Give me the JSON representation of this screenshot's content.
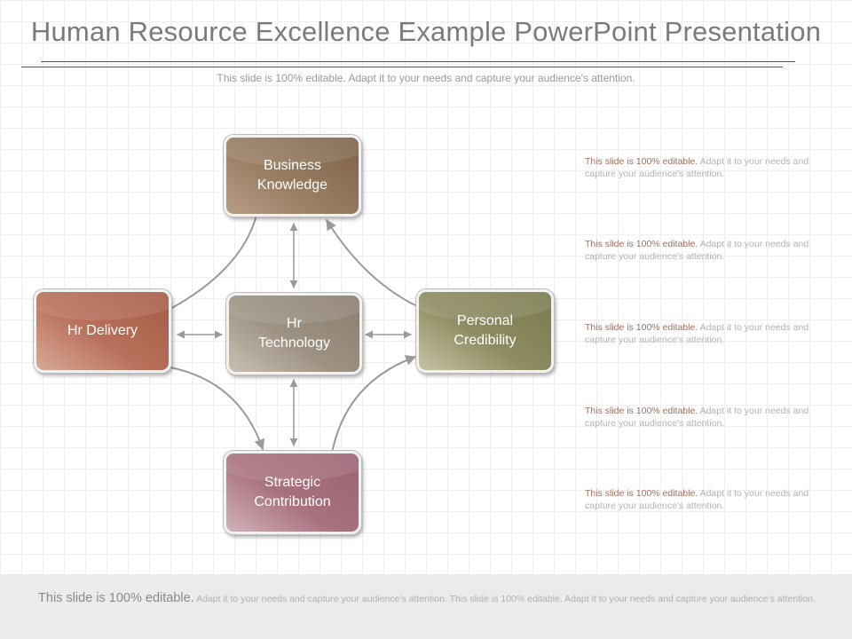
{
  "header": {
    "title": "Human Resource Excellence Example PowerPoint Presentation",
    "subtitle": "This slide is 100% editable. Adapt it to your needs and capture your audience's attention."
  },
  "diagram": {
    "nodes": {
      "business_knowledge": "Business\nKnowledge",
      "hr_delivery": "Hr Delivery",
      "hr_technology": "Hr\nTechnology",
      "personal_credibility": "Personal\nCredibility",
      "strategic_contribution": "Strategic\nContribution"
    },
    "colors": {
      "business_knowledge": "#8c7156",
      "hr_delivery": "#ad654f",
      "hr_technology": "#938877",
      "personal_credibility": "#838358",
      "strategic_contribution": "#a36a78",
      "connector": "#9a9a9a"
    }
  },
  "notes": [
    {
      "highlight": "This slide is 100% editable.",
      "text": " Adapt it to your needs and capture your audience's attention."
    },
    {
      "highlight": "This slide is 100% editable.",
      "text": " Adapt it to your needs and capture your audience's attention."
    },
    {
      "highlight": "This slide is 100% editable.",
      "text": " Adapt it to your needs and capture your audience's attention."
    },
    {
      "highlight": "This slide is 100% editable.",
      "text": " Adapt it to your needs and capture your audience's attention."
    },
    {
      "highlight": "This slide is 100% editable.",
      "text": " Adapt it to your needs and capture your audience's attention."
    }
  ],
  "footer": {
    "lead": "This slide is 100% editable.",
    "text": " Adapt it to your needs and capture your audience's attention. This slide is 100% editable. Adapt it to your needs and capture your audience's attention."
  }
}
